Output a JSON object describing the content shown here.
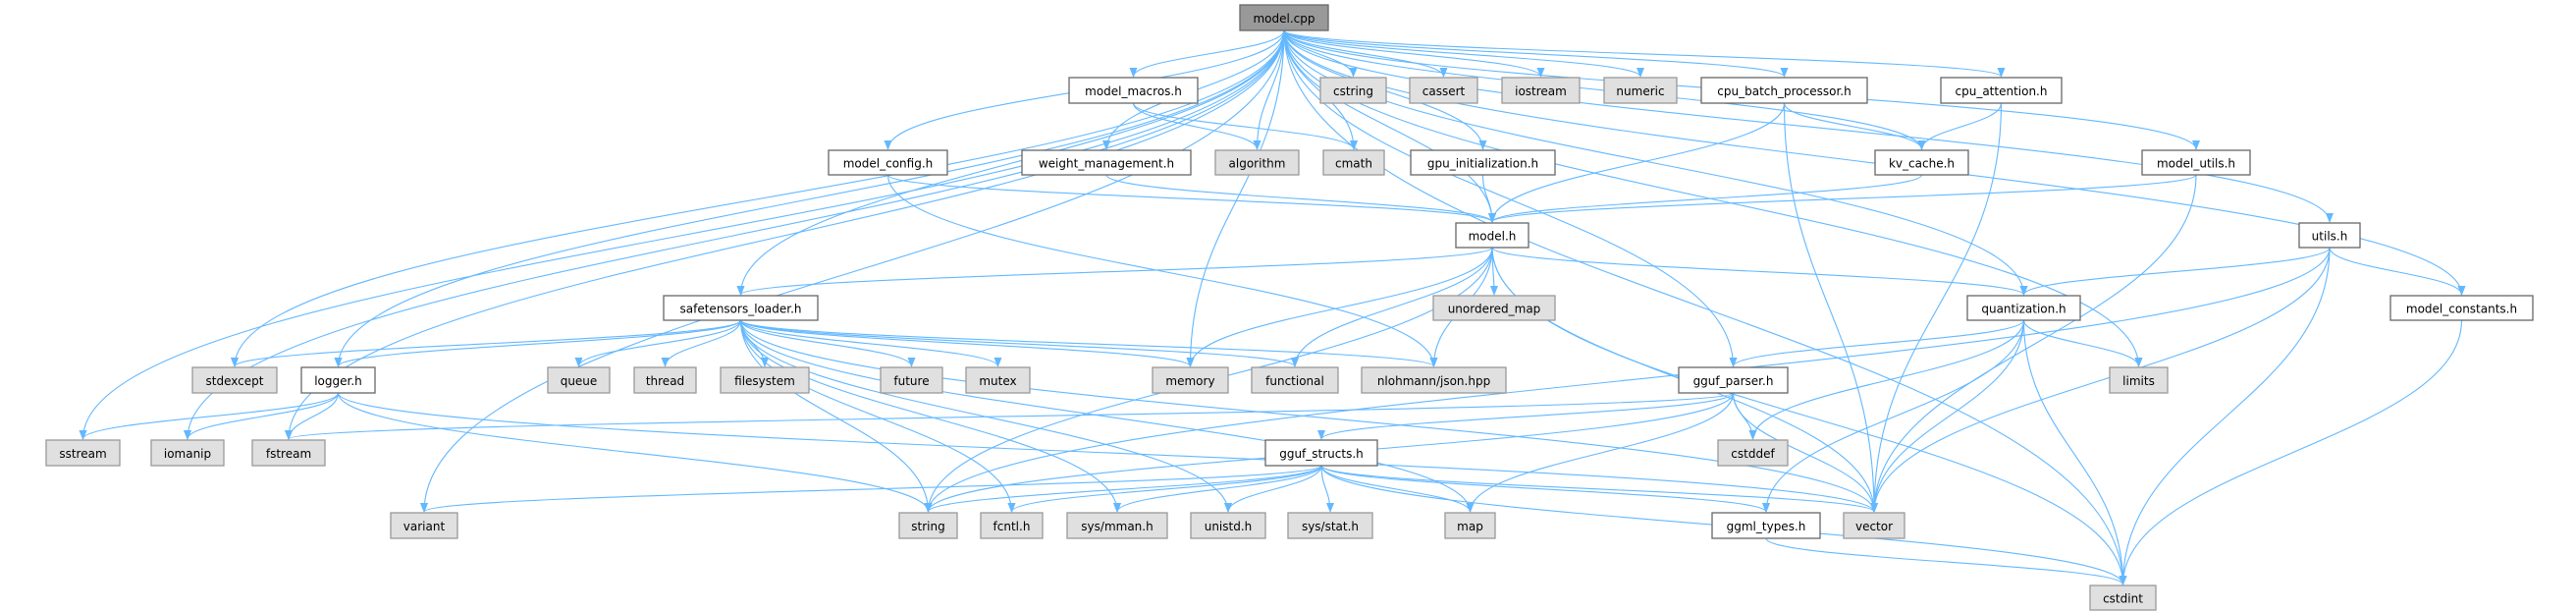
{
  "title": "model.cpp",
  "colors": {
    "edge": "#63b8ff",
    "root_fill": "#999999",
    "file_fill": "#ffffff",
    "system_fill": "#e0e0e0"
  },
  "nodes": [
    {
      "id": "model_cpp",
      "label": "model.cpp",
      "kind": "root"
    },
    {
      "id": "model_macros",
      "label": "model_macros.h",
      "kind": "file"
    },
    {
      "id": "cstring",
      "label": "cstring",
      "kind": "sys"
    },
    {
      "id": "cassert",
      "label": "cassert",
      "kind": "sys"
    },
    {
      "id": "iostream",
      "label": "iostream",
      "kind": "sys"
    },
    {
      "id": "numeric",
      "label": "numeric",
      "kind": "sys"
    },
    {
      "id": "cpu_batch",
      "label": "cpu_batch_processor.h",
      "kind": "file"
    },
    {
      "id": "cpu_attention",
      "label": "cpu_attention.h",
      "kind": "file"
    },
    {
      "id": "model_config",
      "label": "model_config.h",
      "kind": "file"
    },
    {
      "id": "weight_mgmt",
      "label": "weight_management.h",
      "kind": "file"
    },
    {
      "id": "algorithm",
      "label": "algorithm",
      "kind": "sys"
    },
    {
      "id": "cmath",
      "label": "cmath",
      "kind": "sys"
    },
    {
      "id": "gpu_init",
      "label": "gpu_initialization.h",
      "kind": "file"
    },
    {
      "id": "kv_cache",
      "label": "kv_cache.h",
      "kind": "file"
    },
    {
      "id": "model_utils",
      "label": "model_utils.h",
      "kind": "file"
    },
    {
      "id": "model_h",
      "label": "model.h",
      "kind": "file"
    },
    {
      "id": "utils",
      "label": "utils.h",
      "kind": "file"
    },
    {
      "id": "safetensors",
      "label": "safetensors_loader.h",
      "kind": "file"
    },
    {
      "id": "unordered_map",
      "label": "unordered_map",
      "kind": "sys"
    },
    {
      "id": "quantization",
      "label": "quantization.h",
      "kind": "file"
    },
    {
      "id": "model_constants",
      "label": "model_constants.h",
      "kind": "file"
    },
    {
      "id": "stdexcept",
      "label": "stdexcept",
      "kind": "sys"
    },
    {
      "id": "logger",
      "label": "logger.h",
      "kind": "file"
    },
    {
      "id": "queue",
      "label": "queue",
      "kind": "sys"
    },
    {
      "id": "thread",
      "label": "thread",
      "kind": "sys"
    },
    {
      "id": "filesystem",
      "label": "filesystem",
      "kind": "sys"
    },
    {
      "id": "future",
      "label": "future",
      "kind": "sys"
    },
    {
      "id": "mutex",
      "label": "mutex",
      "kind": "sys"
    },
    {
      "id": "memory",
      "label": "memory",
      "kind": "sys"
    },
    {
      "id": "functional",
      "label": "functional",
      "kind": "sys"
    },
    {
      "id": "json",
      "label": "nlohmann/json.hpp",
      "kind": "sys"
    },
    {
      "id": "gguf_parser",
      "label": "gguf_parser.h",
      "kind": "file"
    },
    {
      "id": "limits",
      "label": "limits",
      "kind": "sys"
    },
    {
      "id": "sstream",
      "label": "sstream",
      "kind": "sys"
    },
    {
      "id": "iomanip",
      "label": "iomanip",
      "kind": "sys"
    },
    {
      "id": "fstream",
      "label": "fstream",
      "kind": "sys"
    },
    {
      "id": "gguf_structs",
      "label": "gguf_structs.h",
      "kind": "file"
    },
    {
      "id": "cstddef",
      "label": "cstddef",
      "kind": "sys"
    },
    {
      "id": "variant",
      "label": "variant",
      "kind": "sys"
    },
    {
      "id": "string",
      "label": "string",
      "kind": "sys"
    },
    {
      "id": "fcntl",
      "label": "fcntl.h",
      "kind": "sys"
    },
    {
      "id": "sys_mman",
      "label": "sys/mman.h",
      "kind": "sys"
    },
    {
      "id": "unistd",
      "label": "unistd.h",
      "kind": "sys"
    },
    {
      "id": "sys_stat",
      "label": "sys/stat.h",
      "kind": "sys"
    },
    {
      "id": "map",
      "label": "map",
      "kind": "sys"
    },
    {
      "id": "ggml_types",
      "label": "ggml_types.h",
      "kind": "file"
    },
    {
      "id": "vector",
      "label": "vector",
      "kind": "sys"
    },
    {
      "id": "cstdint",
      "label": "cstdint",
      "kind": "sys"
    }
  ],
  "edges": [
    [
      "model_cpp",
      "model_macros"
    ],
    [
      "model_cpp",
      "cstring"
    ],
    [
      "model_cpp",
      "cassert"
    ],
    [
      "model_cpp",
      "iostream"
    ],
    [
      "model_cpp",
      "numeric"
    ],
    [
      "model_cpp",
      "cpu_batch"
    ],
    [
      "model_cpp",
      "cpu_attention"
    ],
    [
      "model_cpp",
      "kv_cache"
    ],
    [
      "model_cpp",
      "model_utils"
    ],
    [
      "model_cpp",
      "utils"
    ],
    [
      "model_cpp",
      "model_constants"
    ],
    [
      "model_cpp",
      "cstdint"
    ],
    [
      "model_cpp",
      "limits"
    ],
    [
      "model_cpp",
      "quantization"
    ],
    [
      "model_cpp",
      "gguf_parser"
    ],
    [
      "model_cpp",
      "model_h"
    ],
    [
      "model_cpp",
      "model_config"
    ],
    [
      "model_cpp",
      "weight_mgmt"
    ],
    [
      "model_cpp",
      "algorithm"
    ],
    [
      "model_cpp",
      "cmath"
    ],
    [
      "model_cpp",
      "gpu_init"
    ],
    [
      "model_cpp",
      "safetensors"
    ],
    [
      "model_cpp",
      "memory"
    ],
    [
      "model_cpp",
      "logger"
    ],
    [
      "model_cpp",
      "stdexcept"
    ],
    [
      "model_cpp",
      "fstream"
    ],
    [
      "model_cpp",
      "iomanip"
    ],
    [
      "model_cpp",
      "sstream"
    ],
    [
      "model_cpp",
      "variant"
    ],
    [
      "model_macros",
      "algorithm"
    ],
    [
      "model_macros",
      "cmath"
    ],
    [
      "model_config",
      "model_h"
    ],
    [
      "model_config",
      "json"
    ],
    [
      "weight_mgmt",
      "model_h"
    ],
    [
      "gpu_init",
      "model_h"
    ],
    [
      "cpu_batch",
      "model_h"
    ],
    [
      "cpu_batch",
      "kv_cache"
    ],
    [
      "cpu_batch",
      "vector"
    ],
    [
      "cpu_attention",
      "kv_cache"
    ],
    [
      "cpu_attention",
      "vector"
    ],
    [
      "kv_cache",
      "model_h"
    ],
    [
      "model_utils",
      "model_h"
    ],
    [
      "model_utils",
      "vector"
    ],
    [
      "model_h",
      "safetensors"
    ],
    [
      "model_h",
      "unordered_map"
    ],
    [
      "model_h",
      "memory"
    ],
    [
      "model_h",
      "functional"
    ],
    [
      "model_h",
      "json"
    ],
    [
      "model_h",
      "string"
    ],
    [
      "model_h",
      "cstdint"
    ],
    [
      "model_h",
      "vector"
    ],
    [
      "model_h",
      "quantization"
    ],
    [
      "utils",
      "quantization"
    ],
    [
      "utils",
      "model_constants"
    ],
    [
      "utils",
      "vector"
    ],
    [
      "utils",
      "cstdint"
    ],
    [
      "utils",
      "string"
    ],
    [
      "quantization",
      "gguf_parser"
    ],
    [
      "quantization",
      "limits"
    ],
    [
      "quantization",
      "cstddef"
    ],
    [
      "quantization",
      "ggml_types"
    ],
    [
      "quantization",
      "vector"
    ],
    [
      "quantization",
      "cstdint"
    ],
    [
      "model_constants",
      "cstdint"
    ],
    [
      "gguf_parser",
      "gguf_structs"
    ],
    [
      "gguf_parser",
      "cstddef"
    ],
    [
      "gguf_parser",
      "vector"
    ],
    [
      "gguf_parser",
      "map"
    ],
    [
      "gguf_parser",
      "string"
    ],
    [
      "gguf_parser",
      "fstream"
    ],
    [
      "gguf_structs",
      "string"
    ],
    [
      "gguf_structs",
      "fcntl"
    ],
    [
      "gguf_structs",
      "sys_mman"
    ],
    [
      "gguf_structs",
      "unistd"
    ],
    [
      "gguf_structs",
      "sys_stat"
    ],
    [
      "gguf_structs",
      "map"
    ],
    [
      "gguf_structs",
      "vector"
    ],
    [
      "gguf_structs",
      "ggml_types"
    ],
    [
      "gguf_structs",
      "variant"
    ],
    [
      "gguf_structs",
      "cstdint"
    ],
    [
      "ggml_types",
      "cstdint"
    ],
    [
      "safetensors",
      "stdexcept"
    ],
    [
      "safetensors",
      "logger"
    ],
    [
      "safetensors",
      "queue"
    ],
    [
      "safetensors",
      "thread"
    ],
    [
      "safetensors",
      "filesystem"
    ],
    [
      "safetensors",
      "future"
    ],
    [
      "safetensors",
      "mutex"
    ],
    [
      "safetensors",
      "memory"
    ],
    [
      "safetensors",
      "functional"
    ],
    [
      "safetensors",
      "json"
    ],
    [
      "safetensors",
      "string"
    ],
    [
      "safetensors",
      "vector"
    ],
    [
      "safetensors",
      "map"
    ],
    [
      "safetensors",
      "fcntl"
    ],
    [
      "safetensors",
      "sys_mman"
    ],
    [
      "safetensors",
      "unistd"
    ],
    [
      "logger",
      "sstream"
    ],
    [
      "logger",
      "iomanip"
    ],
    [
      "logger",
      "fstream"
    ],
    [
      "logger",
      "string"
    ],
    [
      "logger",
      "vector"
    ]
  ]
}
